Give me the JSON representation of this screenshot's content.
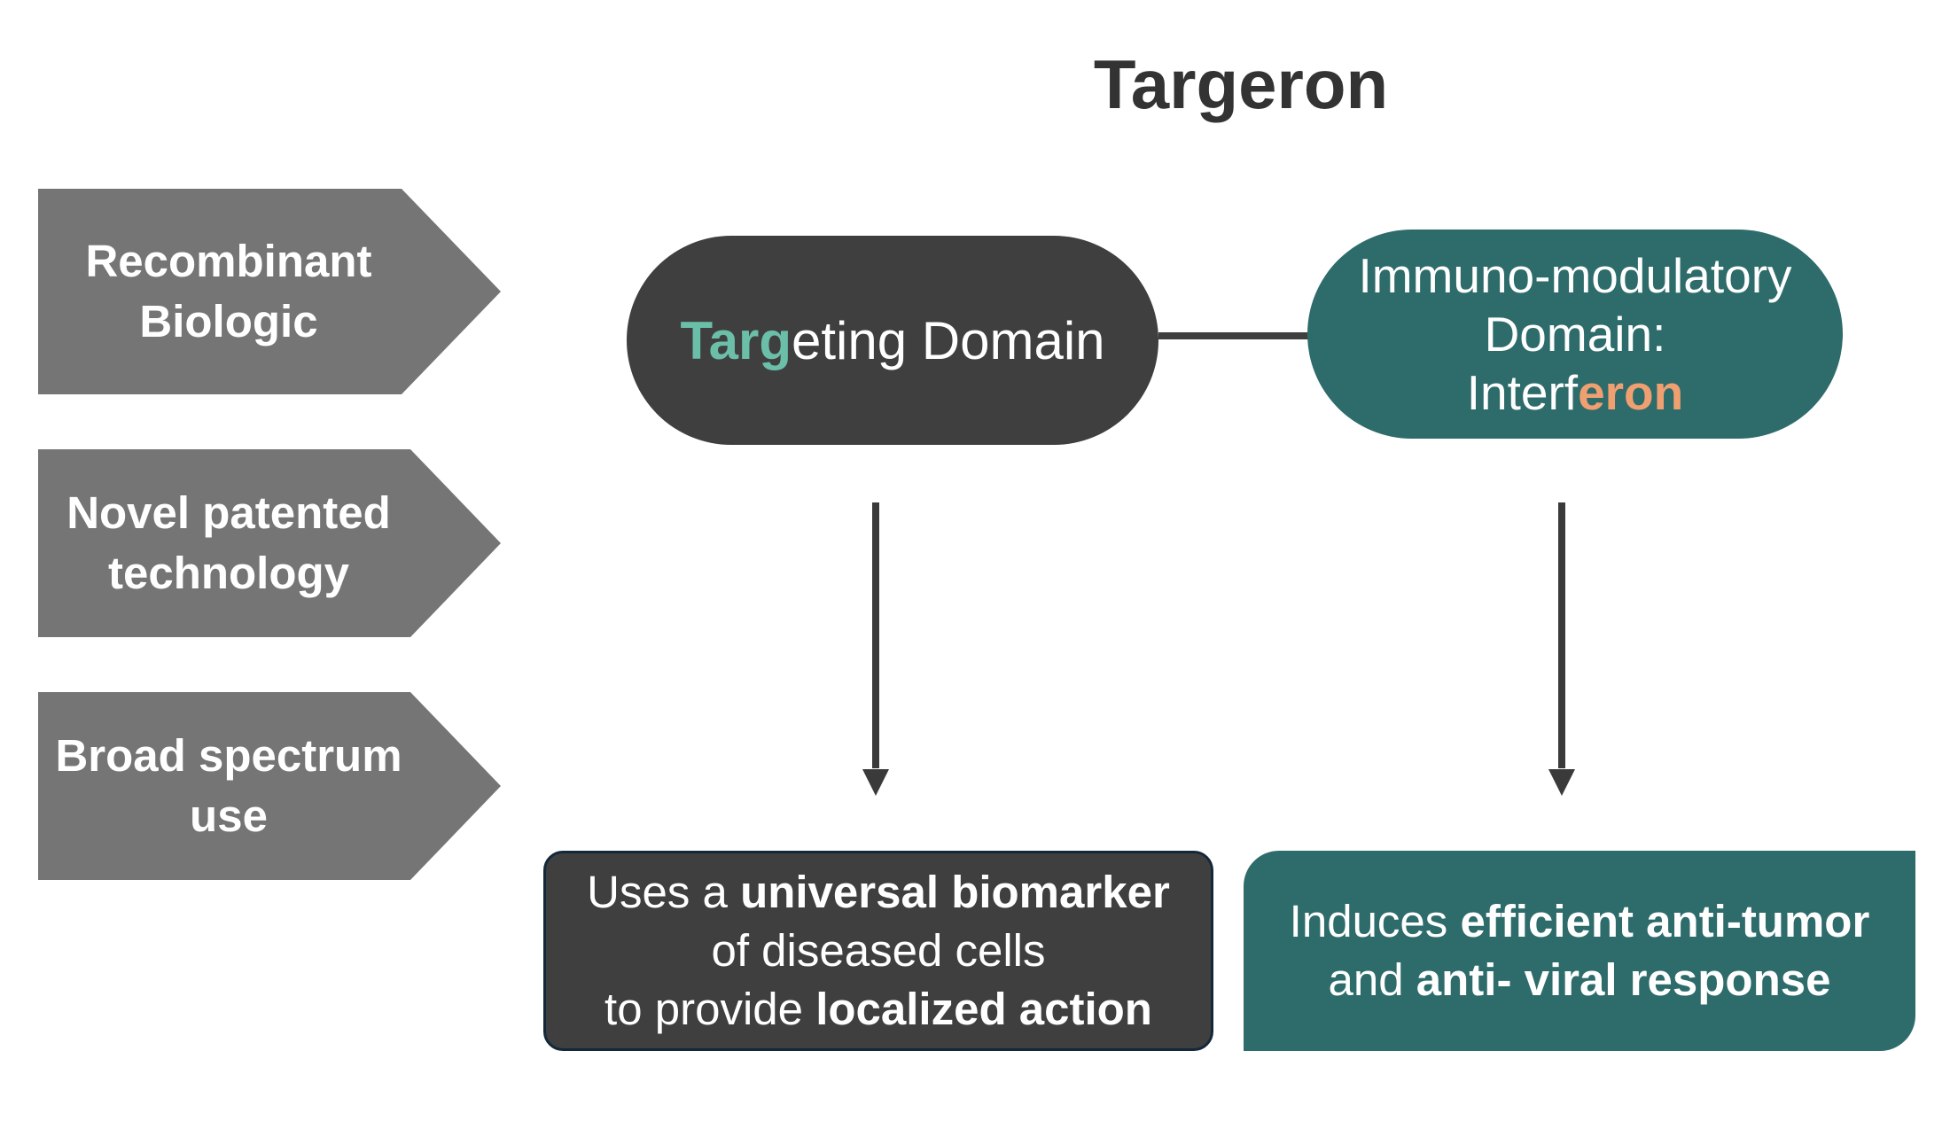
{
  "title": "Targeron",
  "features": [
    {
      "line1": "Recombinant",
      "line2": "Biologic"
    },
    {
      "line1": "Novel patented",
      "line2": "technology"
    },
    {
      "line1": "Broad spectrum",
      "line2": "use"
    }
  ],
  "targeting_domain": {
    "highlight1": "Tar",
    "highlight2": "g",
    "rest": "eting Domain",
    "highlight_color": "#6bbfa8"
  },
  "immuno_domain": {
    "line1": "Immuno-modulatory",
    "line2": "Domain:",
    "line3_prefix": "Interf",
    "line3_highlight": "eron",
    "highlight_color": "#f0a070"
  },
  "result_left": {
    "part1": "Uses a ",
    "bold1": "universal biomarker",
    "part2": "of diseased cells",
    "part3": "to provide ",
    "bold2": "localized action"
  },
  "result_right": {
    "part1": "Induces ",
    "bold1": "efficient anti-tumor",
    "part2": "and ",
    "bold2": "anti- viral response"
  },
  "colors": {
    "chevron": "#757575",
    "dark": "#3f3f3f",
    "teal": "#2e6b6b"
  }
}
